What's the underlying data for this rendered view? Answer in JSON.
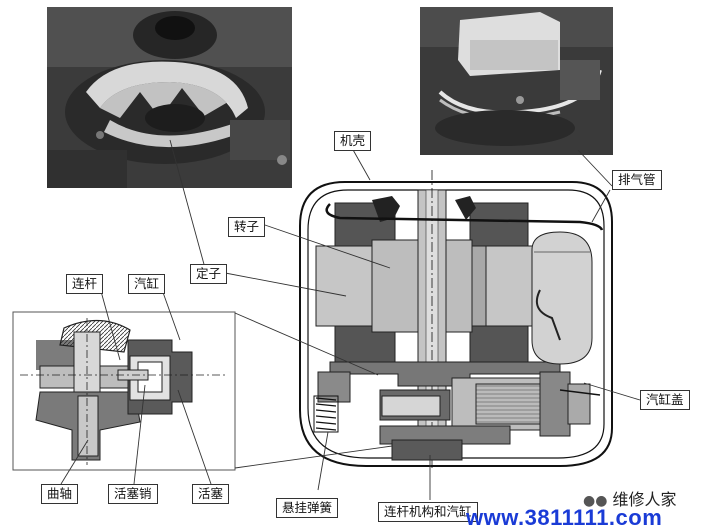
{
  "labels": {
    "shell": "机壳",
    "exhaust_pipe": "排气管",
    "rotor": "转子",
    "stator": "定子",
    "connecting_rod": "连杆",
    "cylinder": "汽缸",
    "cylinder_cover": "汽缸盖",
    "crankshaft": "曲轴",
    "piston_pin": "活塞销",
    "piston": "活塞",
    "suspension_spring": "悬挂弹簧",
    "rod_mechanism": "连杆机构和汽缸"
  },
  "watermark": {
    "brand": "维修人家",
    "url": "www.3811111.com"
  },
  "colors": {
    "dark_fill": "#555555",
    "mid_fill": "#a8a8a8",
    "light_fill": "#d2d2d2",
    "url": "#1a3bd6"
  }
}
